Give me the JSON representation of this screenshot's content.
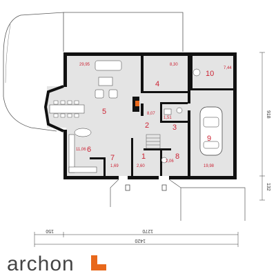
{
  "plan": {
    "rooms": [
      {
        "num": "1",
        "area": "2,60"
      },
      {
        "num": "2",
        "area": "8,07"
      },
      {
        "num": "3",
        "area": "1,51"
      },
      {
        "num": "4",
        "area": "8,30"
      },
      {
        "num": "5",
        "area": "29,95"
      },
      {
        "num": "6",
        "area": "11,06"
      },
      {
        "num": "7",
        "area": "1,69"
      },
      {
        "num": "8",
        "area": "2,06"
      },
      {
        "num": "9",
        "area": "19,98"
      },
      {
        "num": "10",
        "area": "7,44"
      }
    ],
    "dims": {
      "bottom_left": "150",
      "bottom_mid": "1270",
      "bottom_total": "1420",
      "right_upper": "918",
      "right_lower": "132"
    }
  },
  "brand": {
    "name": "archon",
    "accent": "#e8681b"
  },
  "colors": {
    "wall": "#111111",
    "floor": "#e6e6e6",
    "terrace": "#ffffff",
    "label": "#cc2233"
  }
}
